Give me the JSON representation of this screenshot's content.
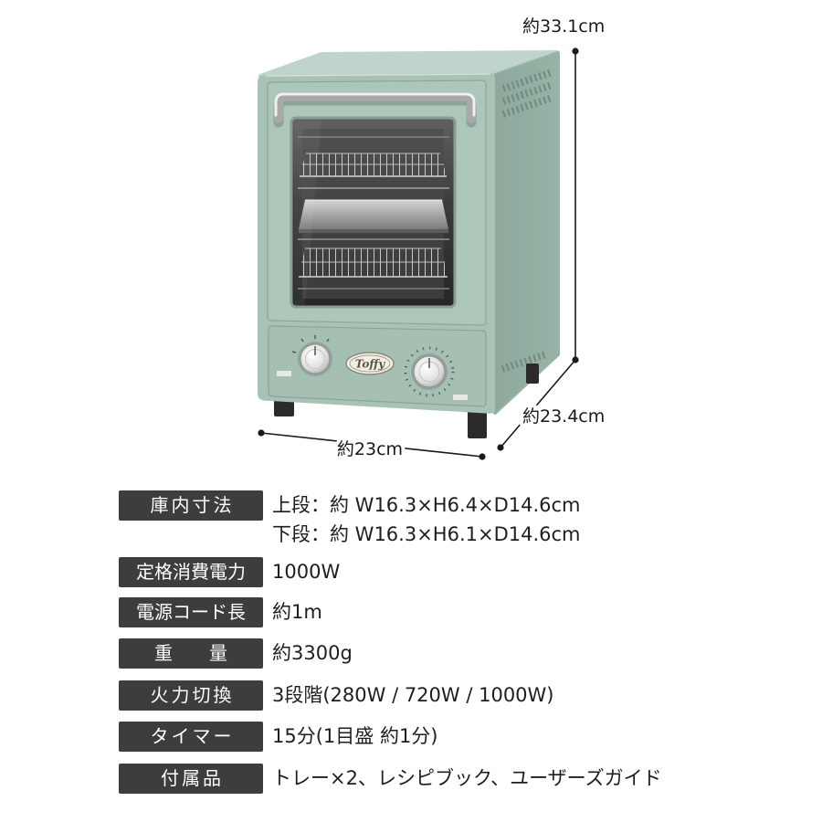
{
  "dimensions": {
    "height": "約33.1cm",
    "depth": "約23.4cm",
    "width": "約23cm"
  },
  "product": {
    "logo": "Toffy"
  },
  "colors": {
    "oven_front": "#a8c2b6",
    "oven_top": "#bfd4ca",
    "oven_side": "#97b3a6",
    "spec_label_bg": "#3d3d3d",
    "spec_label_text": "#ffffff",
    "spec_value_text": "#1e1e1e"
  },
  "specs": [
    {
      "label": "庫内寸法",
      "values": [
        "上段：約 W16.3×H6.4×D14.6cm",
        "下段：約 W16.3×H6.1×D14.6cm"
      ]
    },
    {
      "label": "定格消費電力",
      "values": [
        "1000W"
      ]
    },
    {
      "label": "電源コード長",
      "values": [
        "約1m"
      ]
    },
    {
      "label": "重　量",
      "values": [
        "約3300g"
      ]
    },
    {
      "label": "火力切換",
      "values": [
        "3段階(280W / 720W / 1000W)"
      ]
    },
    {
      "label": "タイマー",
      "values": [
        "15分(1目盛 約1分)"
      ]
    },
    {
      "label": "付属品",
      "values": [
        "トレー×2、レシピブック、ユーザーズガイド"
      ]
    }
  ]
}
